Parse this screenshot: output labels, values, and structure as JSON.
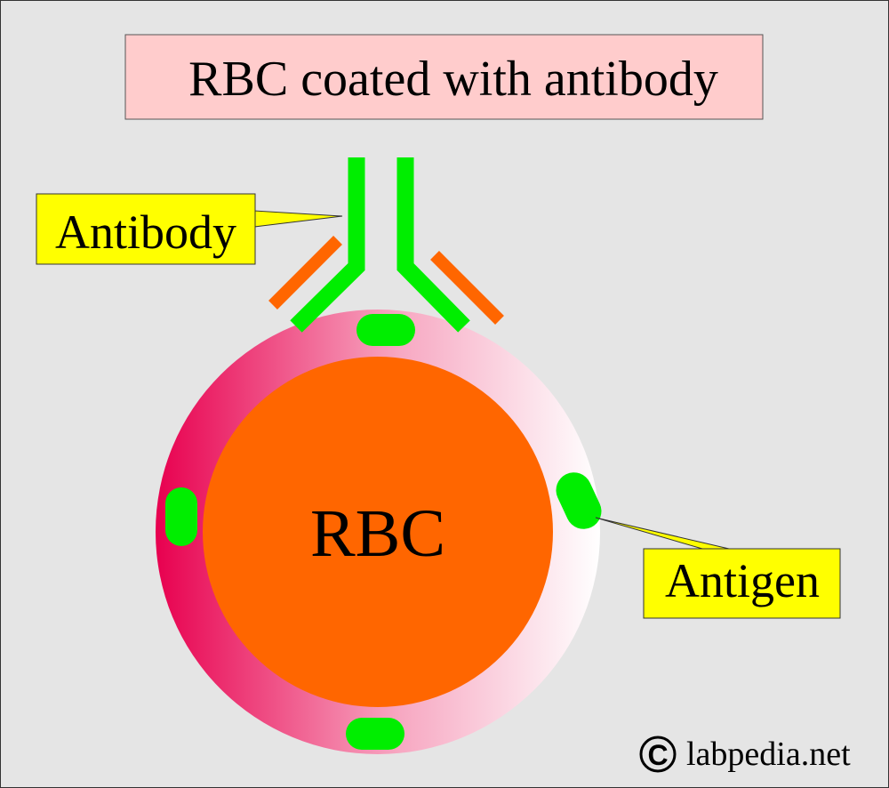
{
  "title": "RBC coated with antibody",
  "labels": {
    "antibody": "Antibody",
    "antigen": "Antigen",
    "rbc": "RBC"
  },
  "watermark": "labpedia.net",
  "colors": {
    "background": "#e5e5e5",
    "title_box": "#ffcccc",
    "callout": "#ffff00",
    "antibody": "#00ee00",
    "light_chain": "#ff6600",
    "rbc_core": "#ff6600",
    "membrane_dark": "#e8004f"
  }
}
